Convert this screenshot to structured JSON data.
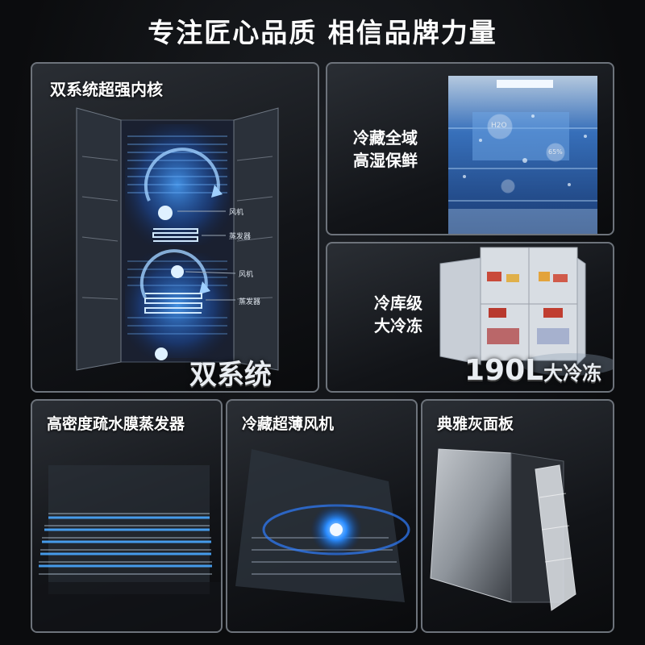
{
  "headline": "专注匠心品质  相信品牌力量",
  "panels": {
    "dual_system": {
      "title": "双系统超强内核",
      "labels": [
        "风机",
        "蒸发器",
        "风机",
        "蒸发器"
      ],
      "caption": "双系统"
    },
    "humidity": {
      "line1": "冷藏全域",
      "line2": "高湿保鲜",
      "bubble_h2o": "H2O",
      "bubble_pct": "65%"
    },
    "freezer": {
      "line1": "冷库级",
      "line2": "大冷冻",
      "caption_number": "190L",
      "caption_text": "大冷冻"
    },
    "evaporator": {
      "title": "高密度疏水膜蒸发器"
    },
    "fan": {
      "title": "冷藏超薄风机"
    },
    "panel_finish": {
      "title": "典雅灰面板"
    }
  },
  "colors": {
    "glow_blue": "#3a8dff",
    "border": "#6d737b",
    "background": "#0b0c0e"
  }
}
